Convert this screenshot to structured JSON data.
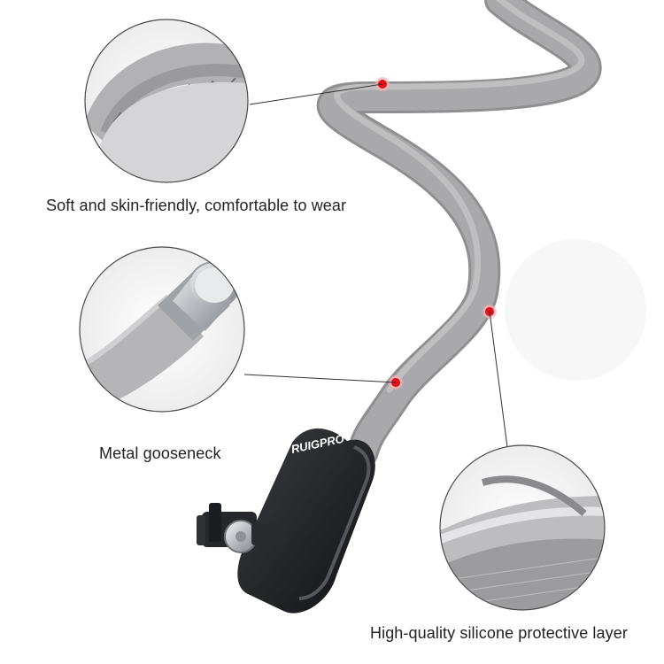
{
  "captions": {
    "soft": "Soft and skin-friendly, comfortable to wear",
    "metal": "Metal gooseneck",
    "silicone": "High-quality silicone protective layer"
  },
  "brand_logo": "RUIGPRO",
  "colors": {
    "background": "#ffffff",
    "silicone_gray": "#a6a6a8",
    "marker_red": "#e0101a",
    "mount_black": "#1e1f22",
    "metal_silver": "#c9cbcf"
  }
}
